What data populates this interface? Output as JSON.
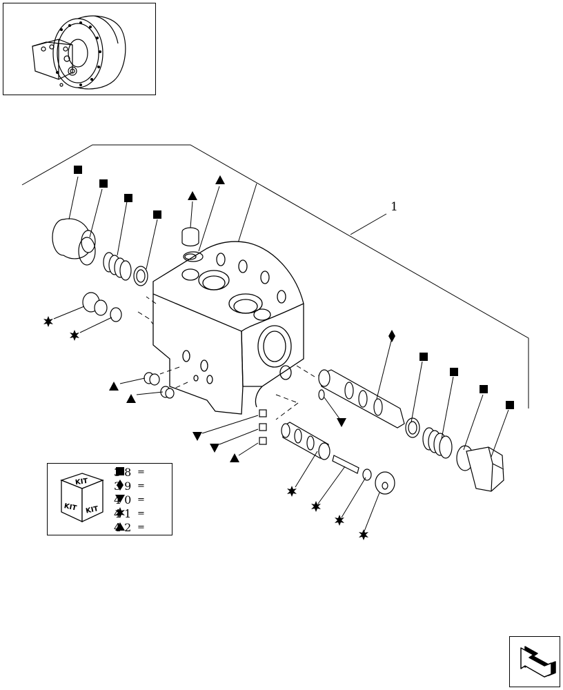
{
  "callout": {
    "item_number": "1"
  },
  "legend": {
    "box_label": "KIT",
    "rows": [
      {
        "num": "38",
        "symbol": "square-icon"
      },
      {
        "num": "39",
        "symbol": "diamond-icon"
      },
      {
        "num": "40",
        "symbol": "triangle-down-icon"
      },
      {
        "num": "41",
        "symbol": "star-icon"
      },
      {
        "num": "42",
        "symbol": "triangle-up-icon"
      }
    ]
  },
  "navigation": {
    "icon": "back-arrow-icon"
  }
}
